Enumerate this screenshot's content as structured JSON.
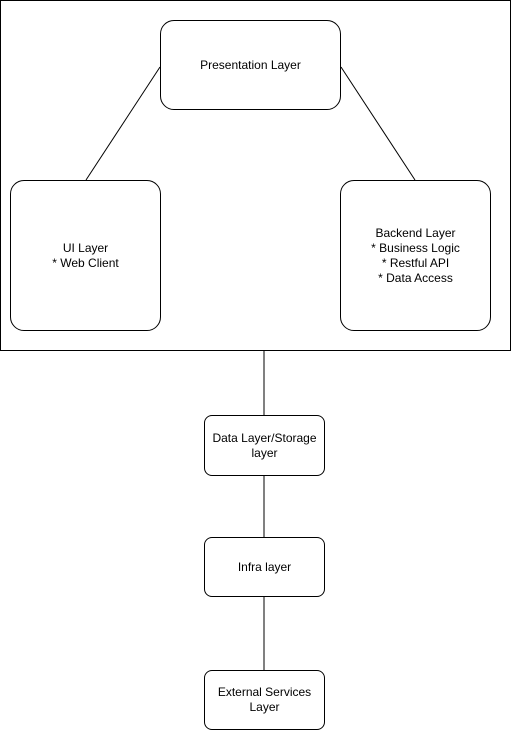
{
  "nodes": {
    "presentation": {
      "lines": [
        "Presentation Layer"
      ]
    },
    "ui": {
      "lines": [
        "UI Layer",
        "* Web Client"
      ]
    },
    "backend": {
      "lines": [
        "Backend Layer",
        "* Business Logic",
        "* Restful API",
        "* Data Access"
      ]
    },
    "data": {
      "lines": [
        "Data Layer/Storage",
        "layer"
      ]
    },
    "infra": {
      "lines": [
        "Infra layer"
      ]
    },
    "external": {
      "lines": [
        "External Services",
        "Layer"
      ]
    }
  }
}
